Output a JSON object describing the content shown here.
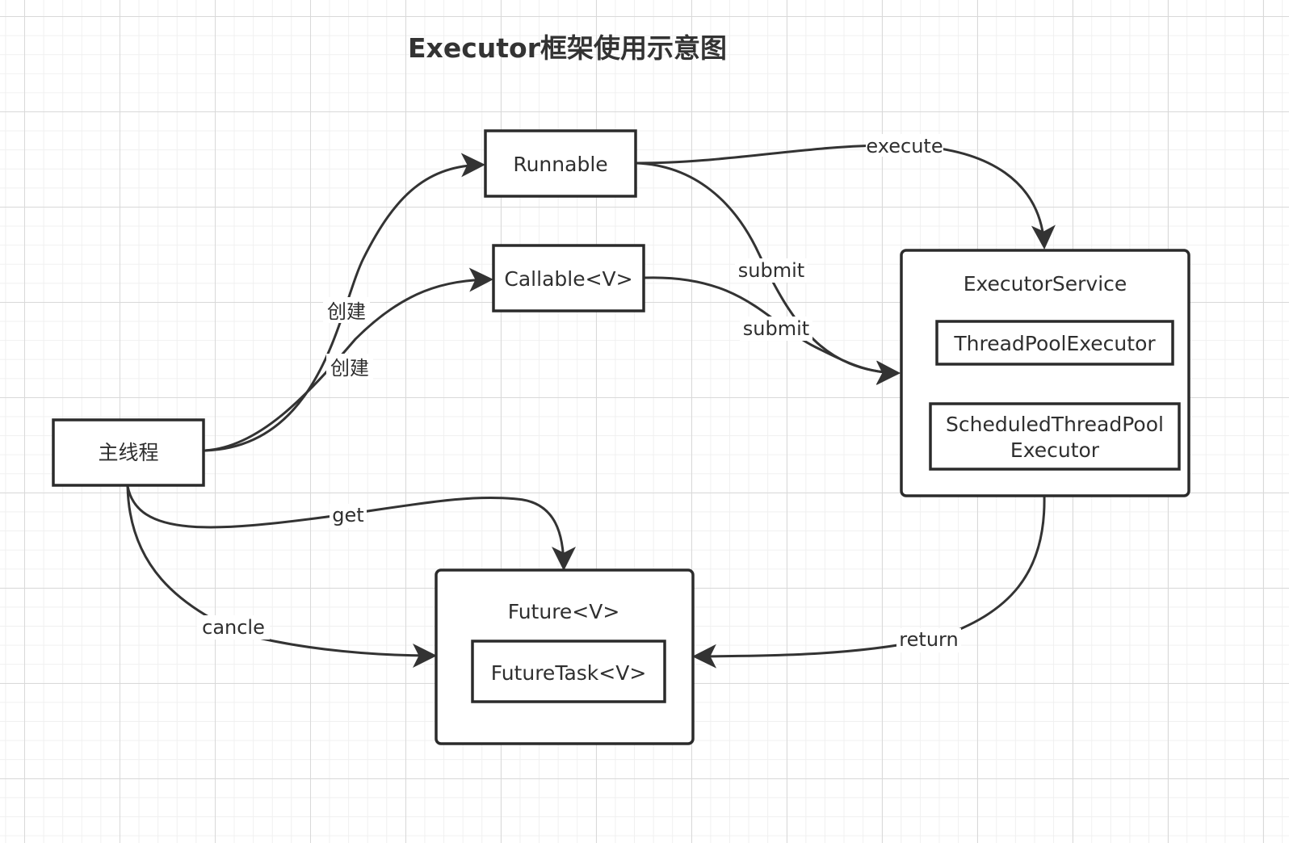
{
  "title": "Executor框架使用示意图",
  "colors": {
    "stroke": "#333333",
    "text": "#2f2f2f",
    "grid": "#d9d9d9",
    "background": "#ffffff"
  },
  "nodes": {
    "main_thread": "主线程",
    "runnable": "Runnable",
    "callable": "Callable<V>",
    "executor_service": "ExecutorService",
    "thread_pool_executor": "ThreadPoolExecutor",
    "scheduled_line1": "ScheduledThreadPool",
    "scheduled_line2": "Executor",
    "future": "Future<V>",
    "future_task": "FutureTask<V>"
  },
  "edges": {
    "create_runnable": "创建",
    "create_callable": "创建",
    "execute": "execute",
    "submit_runnable": "submit",
    "submit_callable": "submit",
    "get": "get",
    "cancle": "cancle",
    "return": "return"
  }
}
